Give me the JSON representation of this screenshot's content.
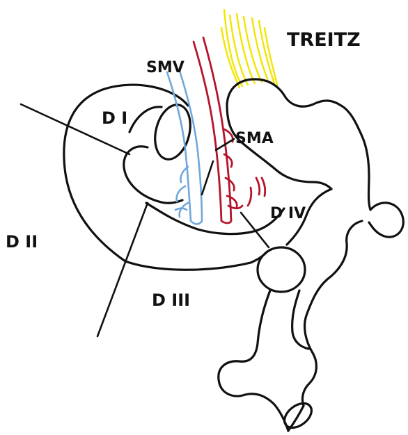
{
  "labels": {
    "treitz": "TREITZ",
    "smv": "SMV",
    "sma": "SMA",
    "d1": "D I",
    "d2": "D II",
    "d3": "D III",
    "d4": "D IV"
  },
  "colors": {
    "outline": "#111111",
    "artery": "#b5142a",
    "vein": "#6fa8dc",
    "ligament": "#f2e600",
    "background": "#ffffff"
  }
}
